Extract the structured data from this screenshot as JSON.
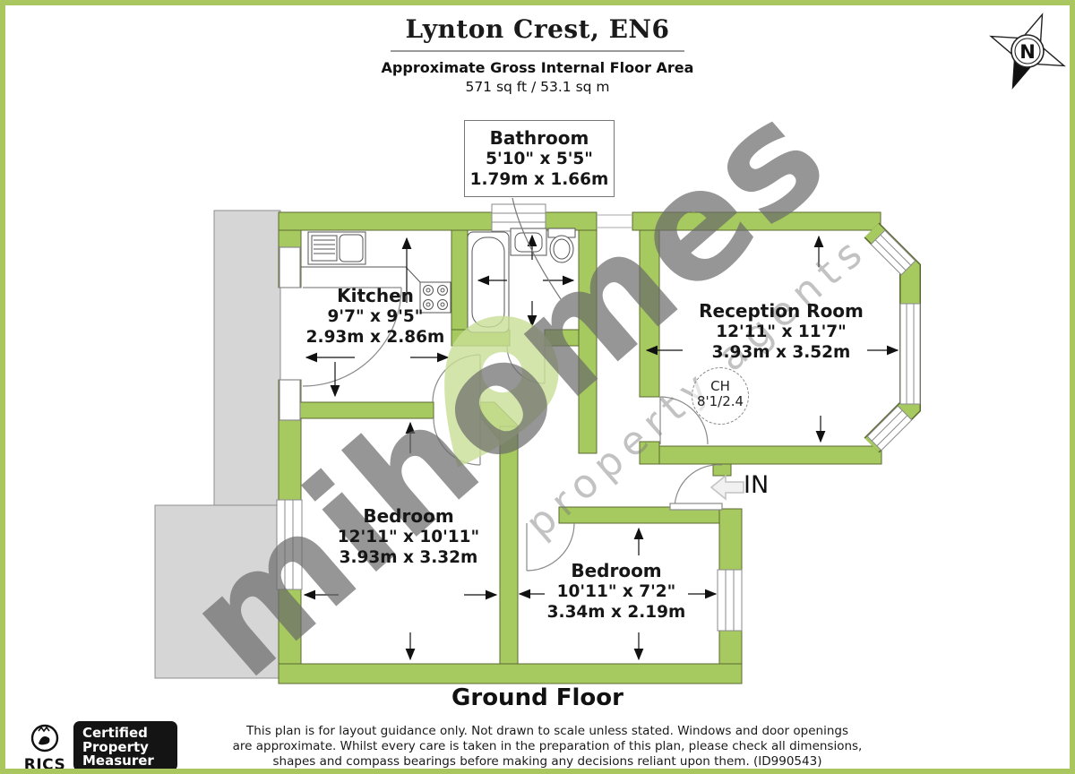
{
  "header": {
    "title": "Lynton Crest, EN6",
    "subtitle": "Approximate Gross Internal Floor Area",
    "area": "571 sq ft / 53.1 sq m"
  },
  "compass": {
    "label": "N"
  },
  "callout": {
    "room": "Bathroom",
    "imperial": "5'10\" x 5'5\"",
    "metric": "1.79m x 1.66m"
  },
  "rooms": [
    {
      "name": "Kitchen",
      "imperial": "9'7\" x 9'5\"",
      "metric": "2.93m x 2.86m"
    },
    {
      "name": "Reception Room",
      "imperial": "12'11\" x 11'7\"",
      "metric": "3.93m x 3.52m"
    },
    {
      "name": "Bedroom",
      "imperial": "12'11\" x 10'11\"",
      "metric": "3.93m x 3.32m"
    },
    {
      "name": "Bedroom",
      "imperial": "10'11\" x 7'2\"",
      "metric": "3.34m x 2.19m"
    }
  ],
  "annotations": {
    "ceiling_height_line1": "CH",
    "ceiling_height_line2": "8'1/2.4",
    "entrance": "IN",
    "floor_label": "Ground Floor"
  },
  "watermark": {
    "brand": "mihomes",
    "tagline": "property agents"
  },
  "footer": {
    "rics_label": "RICS",
    "badge": [
      "Certified",
      "Property",
      "Measurer"
    ],
    "disclaimer": [
      "This plan is for layout guidance only. Not drawn to scale unless stated. Windows and door openings",
      "are approximate. Whilst every care is taken in the preparation of this plan, please check all dimensions,",
      "shapes and compass bearings before making any decisions reliant upon them. (ID990543)"
    ]
  },
  "colors": {
    "wall_green": "#a6ca60",
    "frame_green": "#a9c75e",
    "watermark_pin_green": "#cfe3a5",
    "neighbor_gray": "#d6d6d6"
  }
}
